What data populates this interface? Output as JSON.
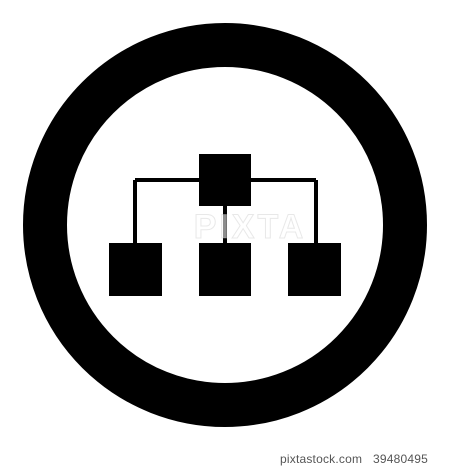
{
  "icon": {
    "name": "sitemap-hierarchy-icon",
    "colors": {
      "foreground": "#000000",
      "background": "#ffffff"
    }
  },
  "watermark": {
    "text": "PIXTA"
  },
  "footer": {
    "source": "pixtastock.com",
    "id": "39480495"
  }
}
